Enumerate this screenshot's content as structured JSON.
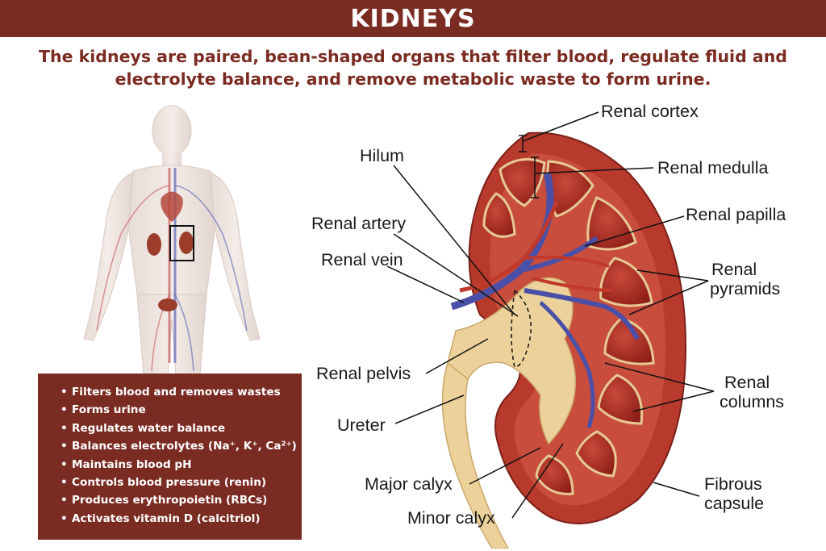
{
  "header": {
    "title": "KIDNEYS",
    "subtitle_line1": "The kidneys are paired, bean-shaped organs that filter blood, regulate fluid and",
    "subtitle_line2": "electrolyte balance, and remove metabolic waste to form urine."
  },
  "functions": [
    "Filters blood and removes wastes",
    "Forms urine",
    "Regulates water balance",
    "Balances electrolytes (Na⁺, K⁺, Ca²⁺)",
    "Maintains blood pH",
    "Controls blood pressure (renin)",
    "Produces erythropoietin (RBCs)",
    "Activates vitamin D (calcitriol)"
  ],
  "labels": {
    "renal_cortex": "Renal cortex",
    "hilum": "Hilum",
    "renal_medulla": "Renal medulla",
    "renal_artery": "Renal artery",
    "renal_papilla": "Renal papilla",
    "renal_vein": "Renal vein",
    "renal_pyramids_1": "Renal",
    "renal_pyramids_2": "pyramids",
    "renal_pelvis": "Renal pelvis",
    "renal_columns_1": "Renal",
    "renal_columns_2": "columns",
    "ureter": "Ureter",
    "major_calyx": "Major calyx",
    "fibrous_capsule_1": "Fibrous",
    "fibrous_capsule_2": "capsule",
    "minor_calyx": "Minor calyx"
  },
  "colors": {
    "banner": "#7a2b22",
    "subtitle_text": "#7a2b22",
    "cortex": "#b83a2c",
    "pyramid": "#a8281f",
    "vein": "#4a4fa8",
    "artery": "#c0392b",
    "pelvis": "#ecd29a"
  }
}
